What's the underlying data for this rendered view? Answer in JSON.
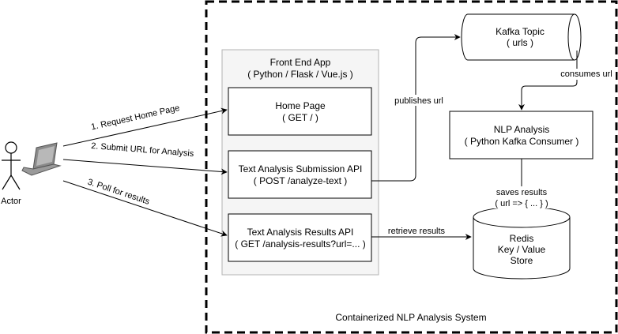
{
  "system": {
    "label": "Containerized NLP Analysis System"
  },
  "actor": {
    "label": "Actor"
  },
  "frontend": {
    "title_line1": "Front End App",
    "title_line2": "( Python / Flask / Vue.js )",
    "home": {
      "line1": "Home Page",
      "line2": "( GET / )"
    },
    "submit": {
      "line1": "Text Analysis Submission API",
      "line2": "( POST /analyze-text )"
    },
    "results": {
      "line1": "Text Analysis Results API",
      "line2": "( GET /analysis-results?url=... )"
    }
  },
  "kafka": {
    "line1": "Kafka Topic",
    "line2": "( urls )"
  },
  "nlp": {
    "line1": "NLP Analysis",
    "line2": "( Python Kafka Consumer )"
  },
  "redis": {
    "line1": "Redis",
    "line2": "Key / Value",
    "line3": "Store"
  },
  "edges": {
    "request_home": "1. Request Home Page",
    "submit_url": "2. Submit URL for Analysis",
    "poll": "3. Poll for results",
    "publishes": "publishes url",
    "consumes": "consumes url",
    "saves_line1": "saves results",
    "saves_line2": "( url => { ... } )",
    "retrieve": "retrieve results"
  }
}
